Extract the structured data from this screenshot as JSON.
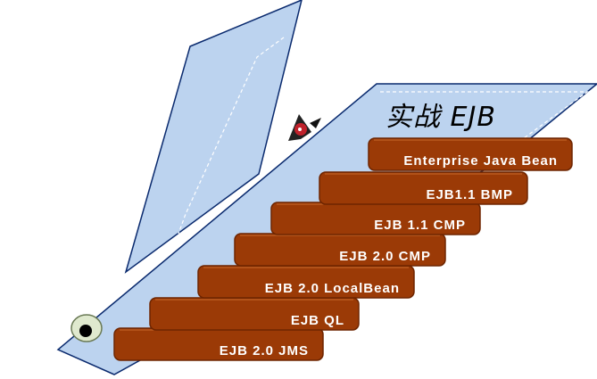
{
  "title": "实战 EJB",
  "steps": [
    "Enterprise  Java  Bean",
    "EJB1.1  BMP",
    "EJB  1.1  CMP",
    "EJB  2.0  CMP",
    "EJB  2.0  LocalBean",
    "EJB  QL",
    "EJB  2.0  JMS"
  ],
  "colors": {
    "plane_fill": "#bcd3ef",
    "plane_stroke": "#0a2a6e",
    "step_fill": "#9b3a06",
    "step_edge": "#6e2500",
    "label": "#ffffff"
  }
}
